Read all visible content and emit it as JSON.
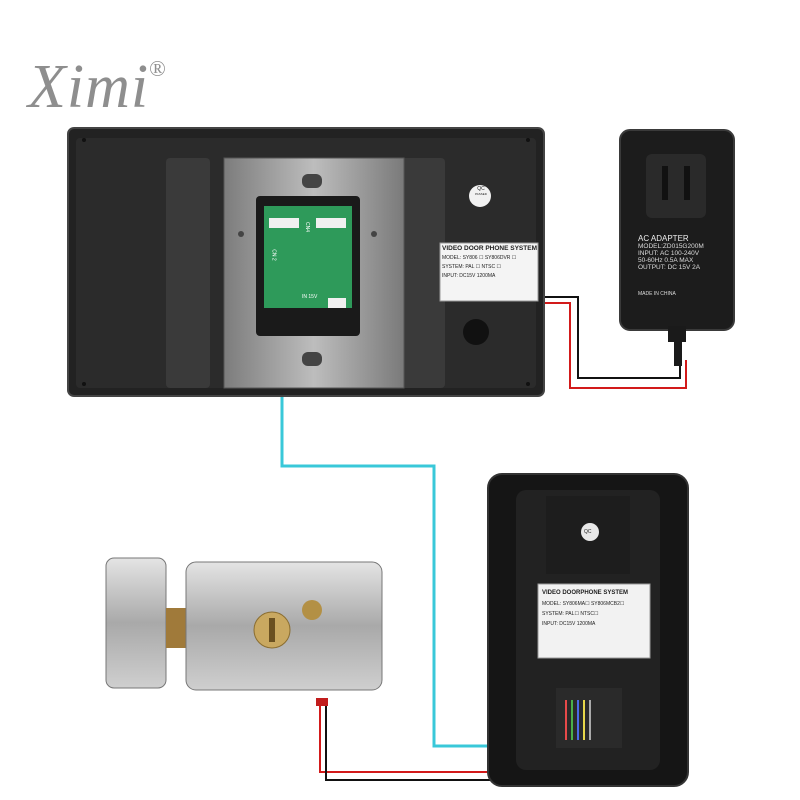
{
  "brand": {
    "logo_text": "Ximi",
    "registered_mark": "®"
  },
  "monitor": {
    "qc_sticker": {
      "line1": "QC",
      "line2": "PASSED"
    },
    "connector_labels": {
      "cn2": "CN 2",
      "cn4": "CN4",
      "power": "IN   15V"
    },
    "spec_label": {
      "title": "VIDEO DOOR PHONE SYSTEM",
      "model_label": "MODEL:",
      "model_a": "SY806",
      "model_b": "SY806DVR",
      "system_label": "SYSTEM:",
      "system_a": "PAL",
      "system_b": "NTSC",
      "input_label": "INPUT:",
      "input_value": "DC15V",
      "current_value": "1200MA"
    }
  },
  "adapter": {
    "title": "AC ADAPTER",
    "model": "MODEL:ZD015G200M",
    "input": "INPUT: AC 100-240V",
    "freq": "50-60Hz  0.5A MAX",
    "output": "OUTPUT: DC 15V  2A",
    "made_in": "MADE IN CHINA"
  },
  "outdoor_camera": {
    "qc_sticker": "QC",
    "spec_label": {
      "title": "VIDEO DOORPHONE SYSTEM",
      "model_label": "MODEL:",
      "model_a": "SY806MA",
      "model_b": "SY806MCB2",
      "system_label": "SYSTEM:",
      "system_a": "PAL",
      "system_b": "NTSC",
      "input_label": "INPUT:",
      "input_value": "DC15V",
      "current_value": "1200MA"
    }
  },
  "colors": {
    "signal_wire": "#39c8d9",
    "red_wire": "#d21a1a",
    "black_wire": "#111111",
    "logo": "#8e8e8e"
  }
}
